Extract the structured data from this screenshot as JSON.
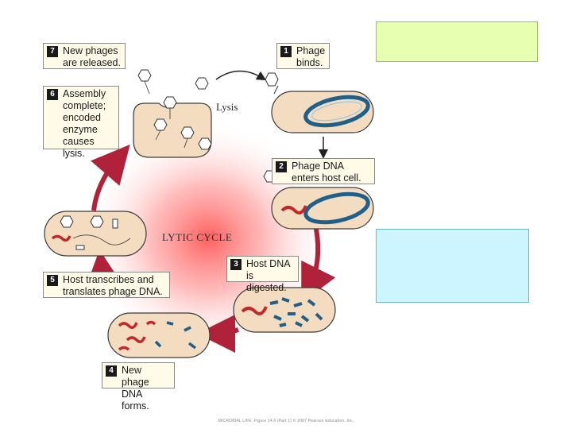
{
  "steps": [
    {
      "num": "1",
      "lines": [
        "Phage",
        "binds."
      ]
    },
    {
      "num": "2",
      "lines": [
        "Phage DNA",
        "enters host cell."
      ]
    },
    {
      "num": "3",
      "lines": [
        "Host DNA",
        "is digested."
      ]
    },
    {
      "num": "4",
      "lines": [
        "New phage",
        "DNA forms."
      ]
    },
    {
      "num": "5",
      "lines": [
        "Host transcribes and",
        "translates phage DNA."
      ]
    },
    {
      "num": "6",
      "lines": [
        "Assembly",
        "complete;",
        "encoded",
        "enzyme",
        "causes lysis."
      ]
    },
    {
      "num": "7",
      "lines": [
        "New phages",
        "are released."
      ]
    }
  ],
  "center_label": "LYTIC CYCLE",
  "lysis_label": "Lysis",
  "caption": "MICROBIAL LIFE, Figure 14.6 (Part 1) © 2007 Pearson Education, Inc.",
  "colors": {
    "cell_fill": "#f4dcc0",
    "cell_stroke": "#3a3a3a",
    "host_dna": "#1f5f8a",
    "phage_dna": "#c0282a",
    "arrow": "#b0213a",
    "glow": "#ff3b3b",
    "green_box": "#e7ffb0",
    "blue_box": "#cdf5ff"
  }
}
